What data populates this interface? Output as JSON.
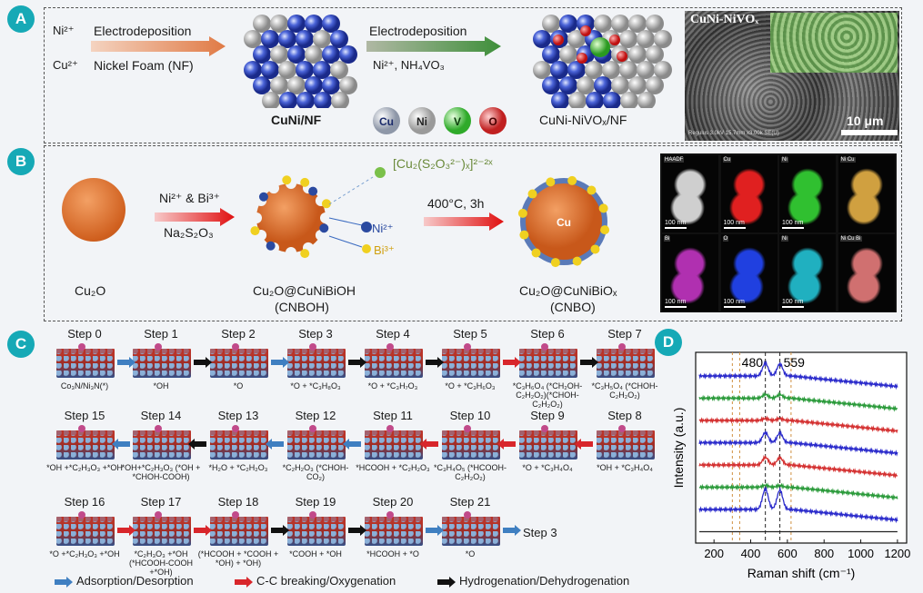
{
  "panel_a": {
    "badge": "A",
    "ion1": "Ni²⁺",
    "ion2": "Cu²⁺",
    "step1_top": "Electrodeposition",
    "step1_bottom": "Nickel Foam (NF)",
    "product1": "CuNi/NF",
    "step2_top": "Electrodeposition",
    "step2_bottom": "Ni²⁺, NH₄VO₃",
    "product2": "CuNi-NiVOₓ/NF",
    "legend": [
      "Cu",
      "Ni",
      "V",
      "O"
    ],
    "sem_title": "CuNi-NiVOₓ",
    "sem_scale": "10 μm",
    "sem_meta": "Regulus 3.0kV 15.7mm x3.00k SE(U)"
  },
  "panel_b": {
    "badge": "B",
    "reagent1": "Ni²⁺ & Bi³⁺",
    "reagent2": "Na₂S₂O₃",
    "complex": "[Cu₂(S₂O₃²⁻)ₓ]²⁻²ˣ",
    "ni_label": "Ni²⁺",
    "bi_label": "Bi³⁺",
    "condition": "400°C, 3h",
    "core_label": "Cu",
    "name1": "Cu₂O",
    "name2a": "Cu₂O@CuNiBiOH",
    "name2b": "(CNBOH)",
    "name3a": "Cu₂O@CuNiBiOₓ",
    "name3b": "(CNBO)",
    "map_labels": [
      "HAADF",
      "Cu",
      "Ni",
      "Ni Cu",
      "Bi",
      "O",
      "Ni",
      "Ni Cu Bi"
    ],
    "map_scale": "100 nm"
  },
  "panel_c": {
    "badge": "C",
    "row1": [
      {
        "step": "Step 0",
        "label": "Co₃N/Ni₃N(*)"
      },
      {
        "step": "Step 1",
        "label": "*OH"
      },
      {
        "step": "Step 2",
        "label": "*O"
      },
      {
        "step": "Step 3",
        "label": "*O + *C₃H₈O₃"
      },
      {
        "step": "Step 4",
        "label": "*O + *C₃H₇O₃"
      },
      {
        "step": "Step 5",
        "label": "*O + *C₃H₆O₃"
      },
      {
        "step": "Step 6",
        "label": "*C₃H₆O₄ (*CH₂OH-C₂H₂O₂)(*CHOH-C₂H₂O₂)"
      },
      {
        "step": "Step 7",
        "label": "*C₃H₅O₄ (*CHOH-C₂H₂O₂)"
      }
    ],
    "row2": [
      {
        "step": "Step 15",
        "label": "*OH +*C₂H₃O₃ +*OH"
      },
      {
        "step": "Step 14",
        "label": "*OH+*C₂H₃O₃ (*OH + *CHOH-COOH)"
      },
      {
        "step": "Step 13",
        "label": "*H₂O + *C₂H₂O₃"
      },
      {
        "step": "Step 12",
        "label": "*C₂H₂O₃ (*CHOH-CO₂)"
      },
      {
        "step": "Step 11",
        "label": "*HCOOH + *C₂H₂O₃"
      },
      {
        "step": "Step 10",
        "label": "*C₃H₄O₅ (*HCOOH-C₂H₂O₂)"
      },
      {
        "step": "Step 9",
        "label": "*O + *C₃H₄O₄"
      },
      {
        "step": "Step 8",
        "label": "*OH + *C₃H₄O₄"
      }
    ],
    "row3": [
      {
        "step": "Step 16",
        "label": "*O +*C₂H₃O₃ +*OH"
      },
      {
        "step": "Step 17",
        "label": "*C₂H₃O₃ +*OH (*HCOOH-COOH +*OH)"
      },
      {
        "step": "Step 18",
        "label": "(*HCOOH + *COOH + *OH) + *OH)"
      },
      {
        "step": "Step 19",
        "label": "*COOH + *OH"
      },
      {
        "step": "Step 20",
        "label": "*HCOOH + *O"
      },
      {
        "step": "Step 21",
        "label": "*O"
      }
    ],
    "return_step": "Step 3",
    "legend": [
      {
        "label": "Adsorption/Desorption",
        "color": "#3f7fc1"
      },
      {
        "label": "C-C breaking/Oxygenation",
        "color": "#d8262b"
      },
      {
        "label": "Hydrogenation/Dehydrogenation",
        "color": "#111111"
      }
    ]
  },
  "panel_d": {
    "badge": "D",
    "ylabel": "Intensity (a.u.)",
    "xlabel": "Raman shift (cm⁻¹)",
    "peak1": "480",
    "peak2": "559"
  },
  "chart_data": {
    "type": "line",
    "title": "",
    "xlabel": "Raman shift (cm⁻¹)",
    "ylabel": "Intensity (a.u.)",
    "xlim": [
      100,
      1250
    ],
    "xticks": [
      200,
      400,
      600,
      800,
      1000,
      1200
    ],
    "peak_labels": [
      480,
      559
    ],
    "marker_lines_black": [
      480,
      559
    ],
    "marker_lines_orange": [
      300,
      340,
      620
    ],
    "series_colors": [
      "#2a2acb",
      "#2a9a3a",
      "#d43030",
      "#2a2acb",
      "#d43030",
      "#2a9a3a",
      "#2a2acb",
      "#222222"
    ],
    "peak_heights": [
      1.0,
      0.3,
      0.15,
      0.8,
      0.6,
      0.15,
      1.6,
      0.0
    ]
  }
}
